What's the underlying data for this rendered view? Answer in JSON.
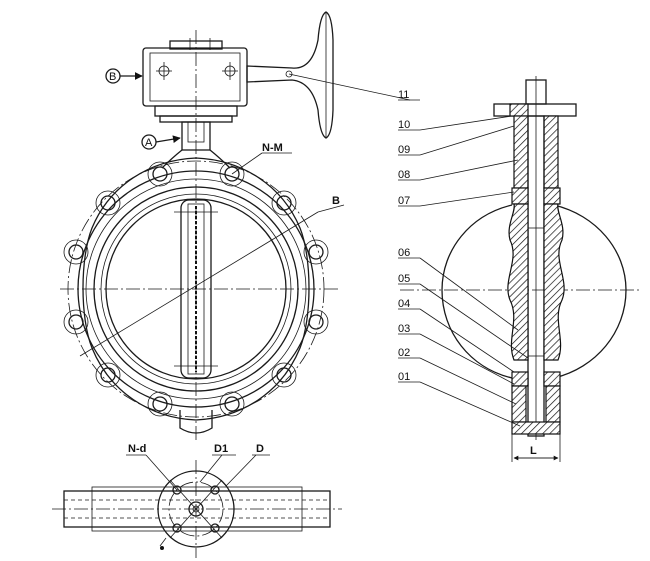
{
  "labels": {
    "b_view": "B",
    "a_view": "A",
    "n_m": "N-M",
    "b_diameter": "B",
    "n_d": "N-d",
    "d1": "D1",
    "d": "D",
    "l": "L"
  },
  "parts": [
    "11",
    "10",
    "09",
    "08",
    "07",
    "06",
    "05",
    "04",
    "03",
    "02",
    "01"
  ]
}
